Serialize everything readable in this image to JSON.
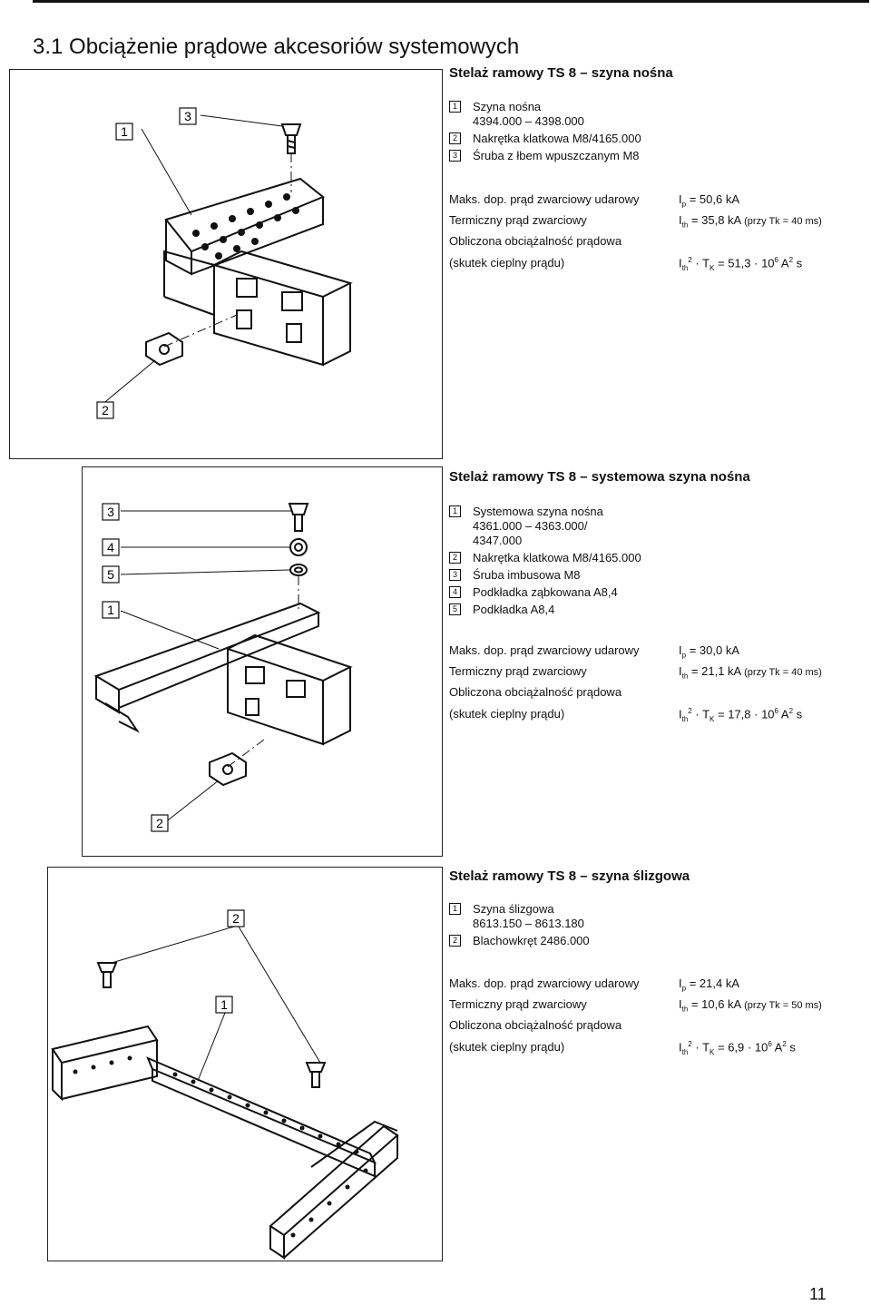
{
  "page": {
    "title": "3.1 Obciążenie prądowe akcesoriów systemowych",
    "number": "11"
  },
  "sections": [
    {
      "title": "Stelaż ramowy TS 8 – szyna nośna",
      "callouts": [
        "1",
        "3",
        "2"
      ],
      "parts": [
        {
          "num": "1",
          "lines": [
            "Szyna nośna",
            "4394.000 – 4398.000"
          ]
        },
        {
          "num": "2",
          "lines": [
            "Nakrętka klatkowa M8/4165.000"
          ]
        },
        {
          "num": "3",
          "lines": [
            "Śruba z łbem wpuszczanym M8"
          ]
        }
      ],
      "specs": {
        "row1_label": "Maks. dop. prąd zwarciowy udarowy",
        "row2_label": "Termiczny prąd zwarciowy",
        "row3_label": "Obliczona obciążalność prądowa",
        "row4_label": "(skutek cieplny prądu)",
        "ip_value": "50,6 kA",
        "ith_value": "35,8 kA",
        "ith_note": "(przy Tk = 40 ms)",
        "i2t_value": "51,3 · 10",
        "i2t_exp": "6"
      }
    },
    {
      "title": "Stelaż ramowy TS 8 – systemowa szyna nośna",
      "callouts": [
        "3",
        "4",
        "5",
        "1",
        "2"
      ],
      "parts": [
        {
          "num": "1",
          "lines": [
            "Systemowa szyna nośna",
            "4361.000 – 4363.000/",
            "4347.000"
          ]
        },
        {
          "num": "2",
          "lines": [
            "Nakrętka klatkowa M8/4165.000"
          ]
        },
        {
          "num": "3",
          "lines": [
            "Śruba imbusowa M8"
          ]
        },
        {
          "num": "4",
          "lines": [
            "Podkładka ząbkowana A8,4"
          ]
        },
        {
          "num": "5",
          "lines": [
            "Podkładka A8,4"
          ]
        }
      ],
      "specs": {
        "row1_label": "Maks. dop. prąd zwarciowy udarowy",
        "row2_label": "Termiczny prąd zwarciowy",
        "row3_label": "Obliczona obciążalność prądowa",
        "row4_label": "(skutek cieplny prądu)",
        "ip_value": "30,0 kA",
        "ith_value": "21,1 kA",
        "ith_note": "(przy Tk = 40 ms)",
        "i2t_value": "17,8 · 10",
        "i2t_exp": "6"
      }
    },
    {
      "title": "Stelaż ramowy TS 8 – szyna ślizgowa",
      "callouts": [
        "2",
        "1"
      ],
      "parts": [
        {
          "num": "1",
          "lines": [
            "Szyna ślizgowa",
            "8613.150 – 8613.180"
          ]
        },
        {
          "num": "2",
          "lines": [
            "Blachowkręt 2486.000"
          ]
        }
      ],
      "specs": {
        "row1_label": "Maks. dop. prąd zwarciowy udarowy",
        "row2_label": "Termiczny prąd zwarciowy",
        "row3_label": "Obliczona obciążalność prądowa",
        "row4_label": "(skutek cieplny prądu)",
        "ip_value": "21,4 kA",
        "ith_value": "10,6 kA",
        "ith_note": "(przy Tk = 50 ms)",
        "i2t_value": "6,9 · 10",
        "i2t_exp": "6"
      }
    }
  ],
  "symbols": {
    "ip": "I",
    "ip_sub": "p",
    "ith": "I",
    "ith_sub": "th",
    "tk": "T",
    "tk_sub": "K",
    "unit_a": "A",
    "unit_a_exp": "2",
    "unit_s": "s",
    "ith_exp": "2",
    "equals": "="
  }
}
